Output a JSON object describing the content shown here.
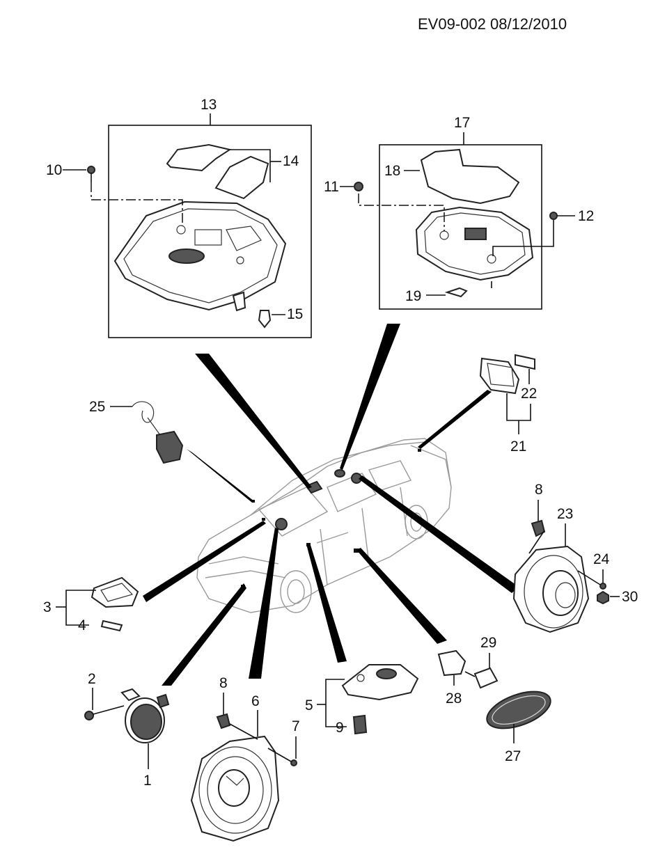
{
  "header": {
    "doc_id": "EV09-002",
    "date": "08/12/2010"
  },
  "callouts": {
    "c1": "1",
    "c2": "2",
    "c3": "3",
    "c4": "4",
    "c5": "5",
    "c6": "6",
    "c7": "7",
    "c8a": "8",
    "c8b": "8",
    "c9": "9",
    "c10": "10",
    "c11": "11",
    "c12": "12",
    "c13": "13",
    "c14": "14",
    "c15": "15",
    "c17": "17",
    "c18": "18",
    "c19": "19",
    "c21": "21",
    "c22": "22",
    "c23": "23",
    "c24": "24",
    "c25": "25",
    "c27": "27",
    "c28": "28",
    "c29": "29",
    "c30": "30"
  },
  "colors": {
    "line": "#111111",
    "car": "#9a9a9a",
    "part_fill": "#555555"
  }
}
